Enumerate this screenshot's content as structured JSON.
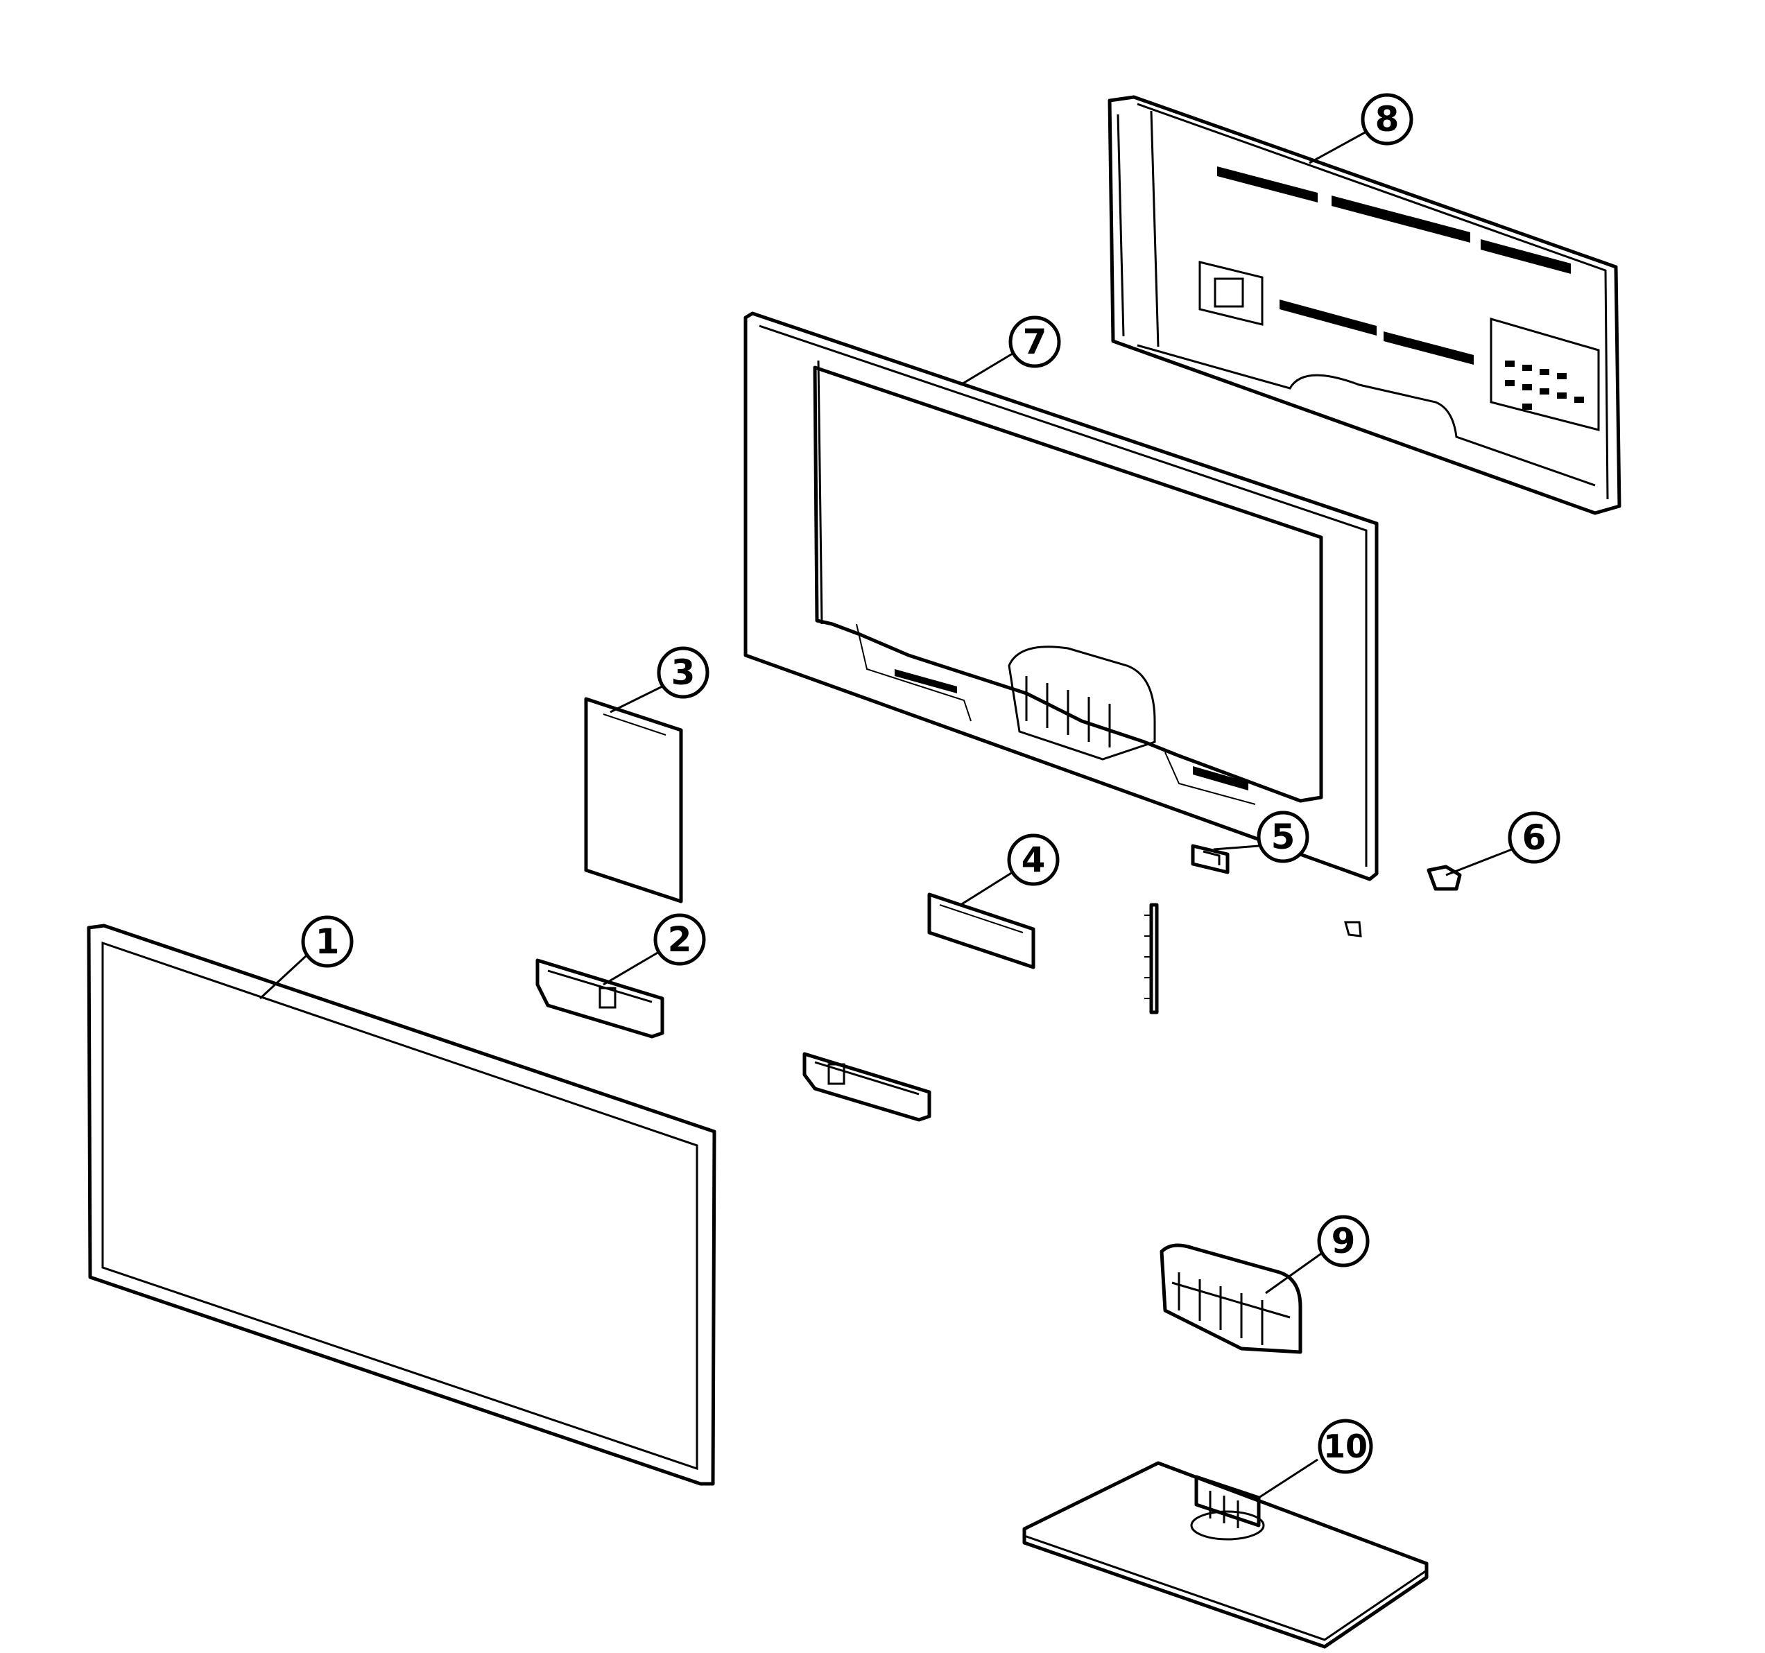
{
  "callouts": [
    {
      "id": "1",
      "label": "1"
    },
    {
      "id": "2",
      "label": "2"
    },
    {
      "id": "3",
      "label": "3"
    },
    {
      "id": "4",
      "label": "4"
    },
    {
      "id": "5",
      "label": "5"
    },
    {
      "id": "6",
      "label": "6"
    },
    {
      "id": "7",
      "label": "7"
    },
    {
      "id": "8",
      "label": "8"
    },
    {
      "id": "9",
      "label": "9"
    },
    {
      "id": "10",
      "label": "10"
    }
  ],
  "colors": {
    "ink": "#000000",
    "paper": "#ffffff"
  }
}
